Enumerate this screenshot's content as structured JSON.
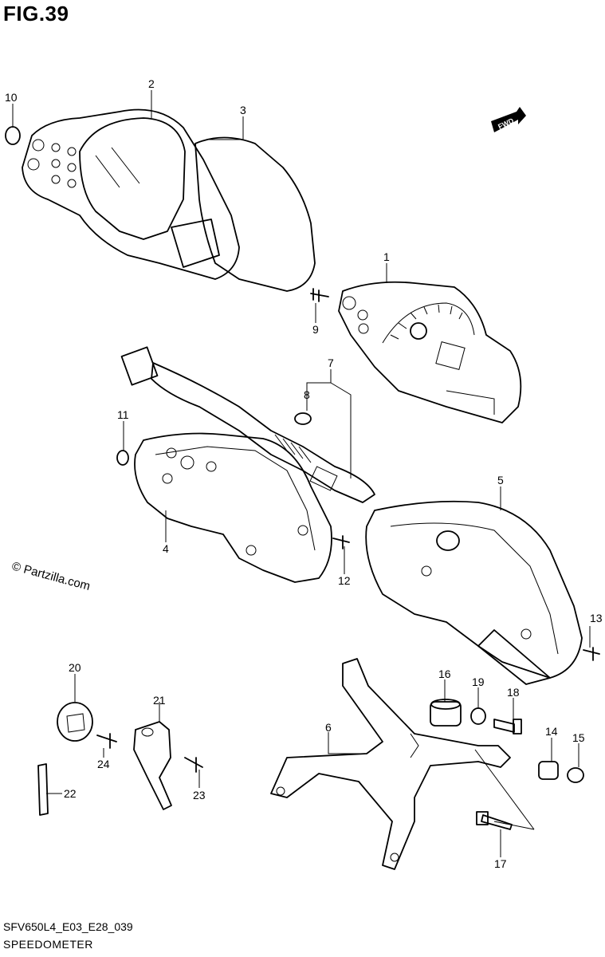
{
  "figure": {
    "title": "FIG.39"
  },
  "footer": {
    "code": "SFV650L4_E03_E28_039",
    "name": "SPEEDOMETER"
  },
  "watermark": "© Partzilla.com",
  "fwd_label": "FWD",
  "callouts": [
    "1",
    "2",
    "3",
    "4",
    "5",
    "6",
    "7",
    "8",
    "9",
    "10",
    "11",
    "12",
    "13",
    "14",
    "15",
    "16",
    "17",
    "18",
    "19",
    "20",
    "21",
    "22",
    "23",
    "24"
  ]
}
